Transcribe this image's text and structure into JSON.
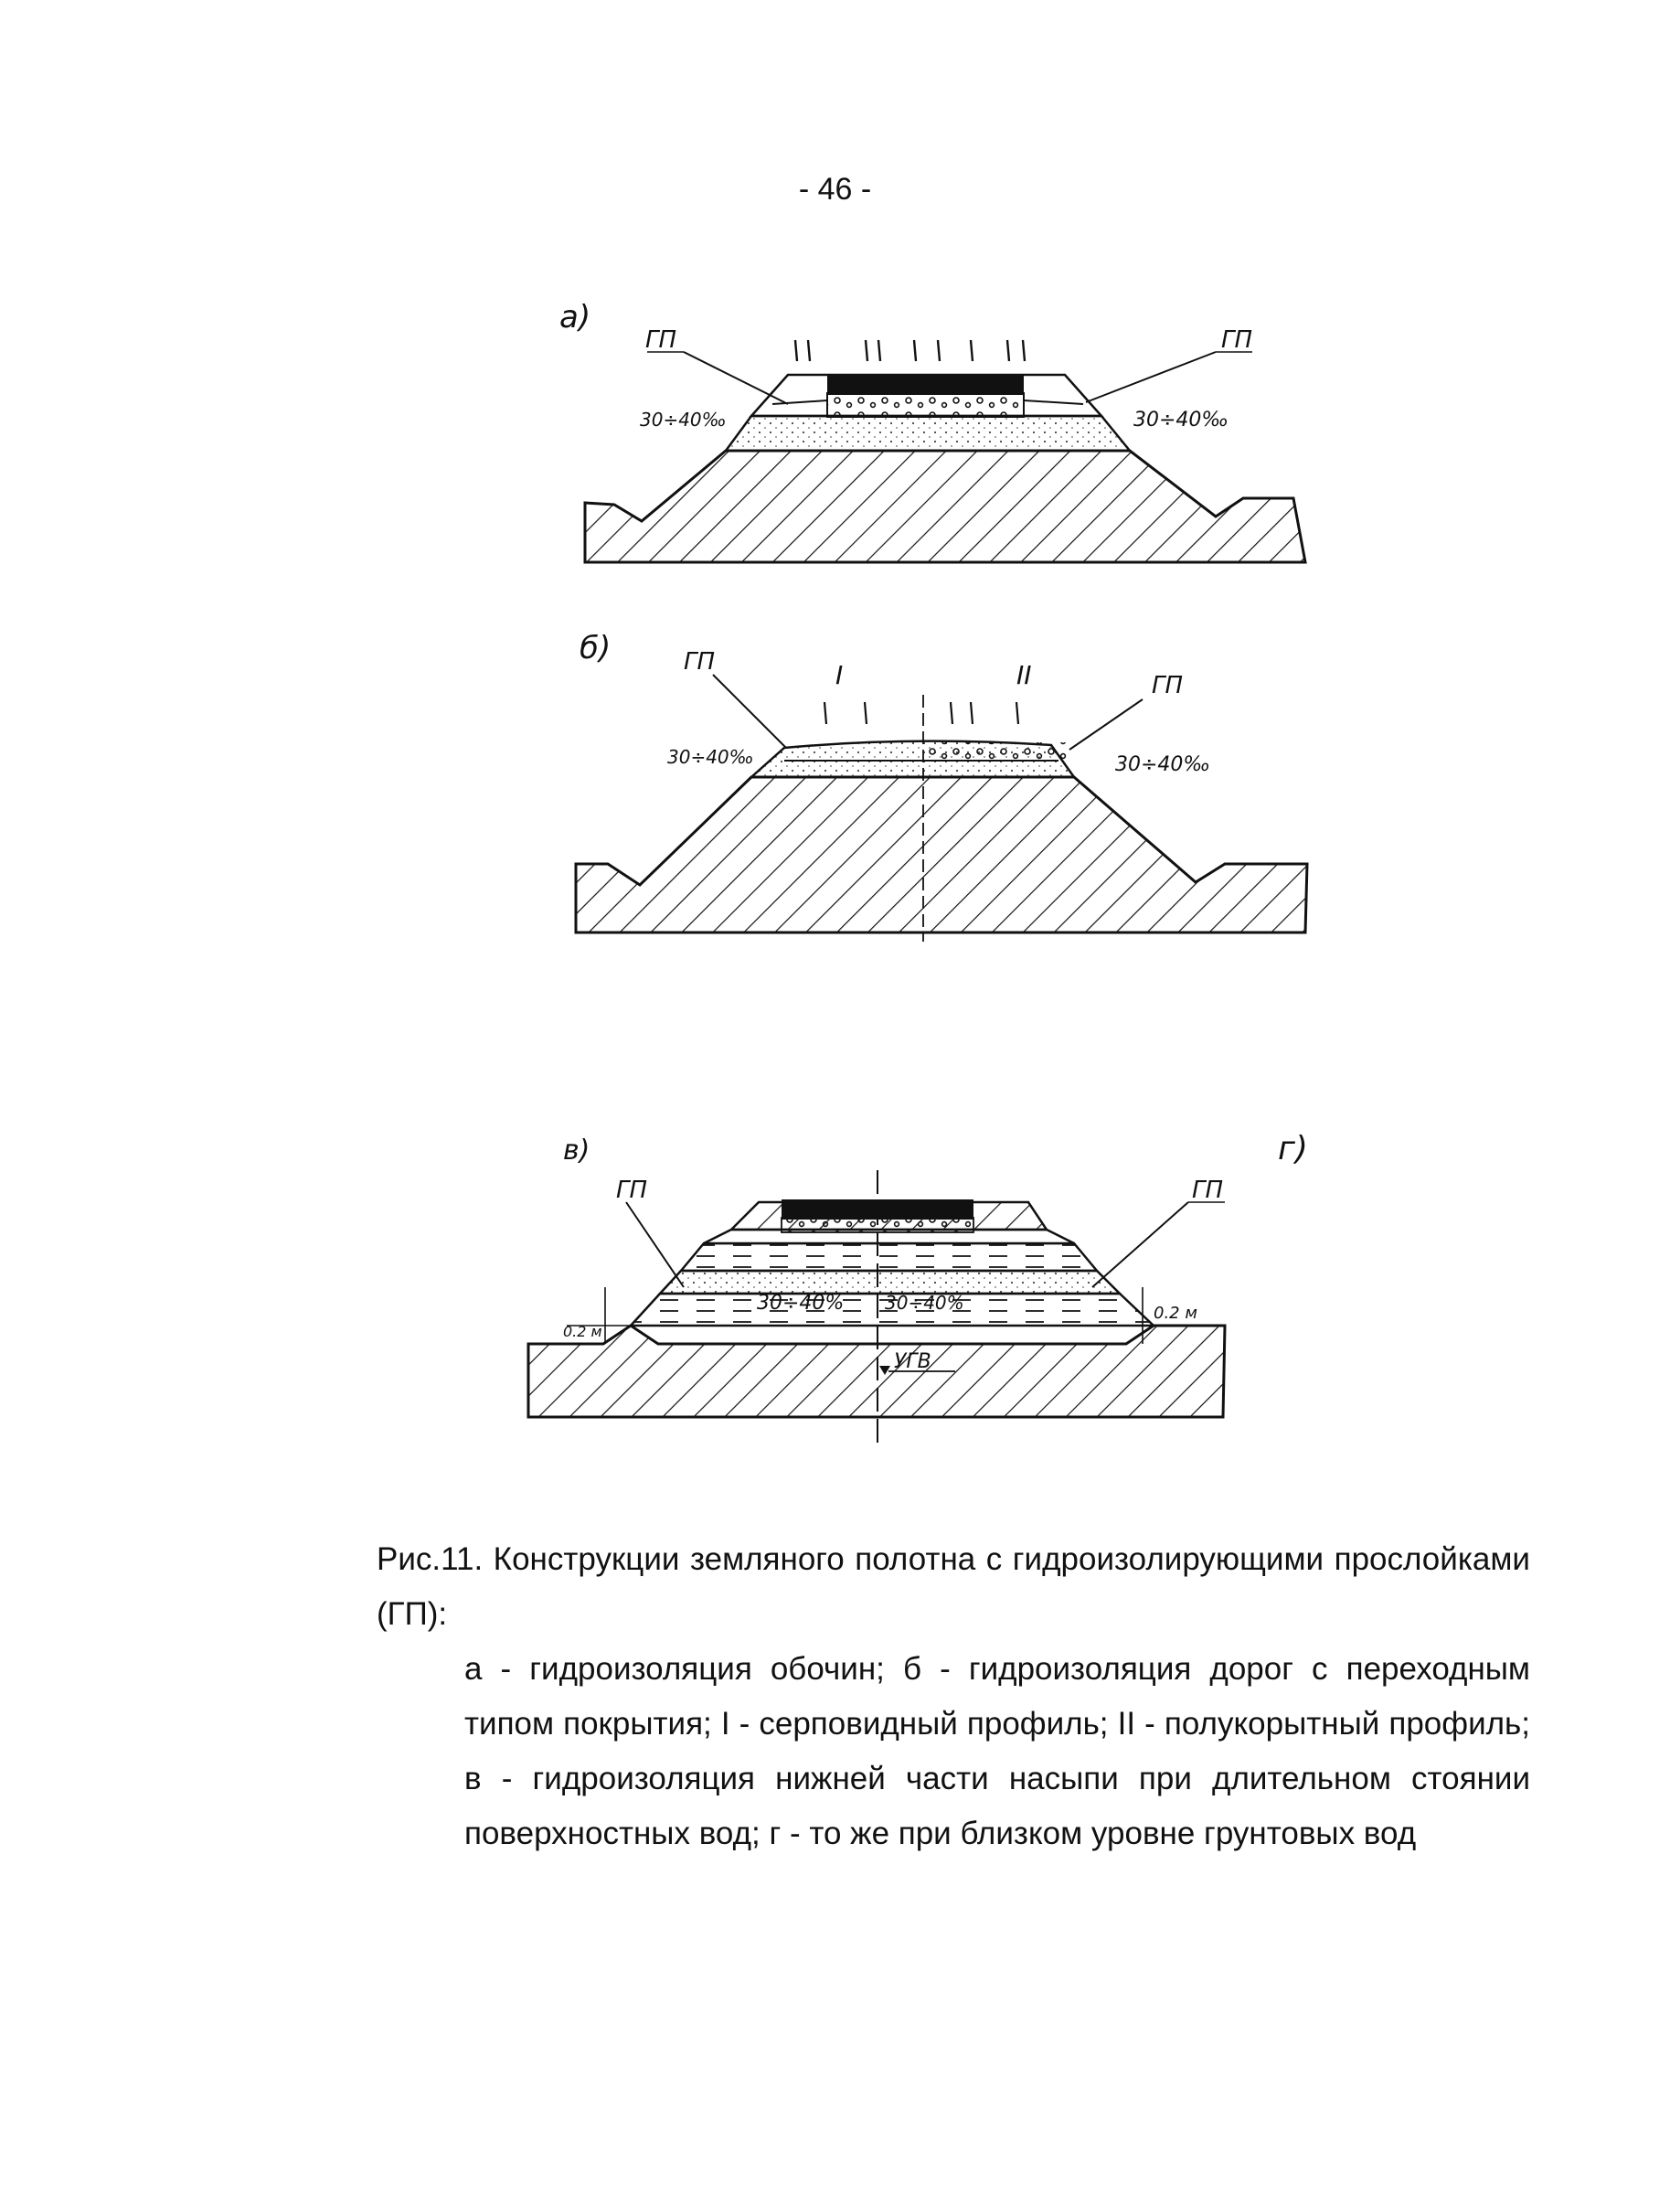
{
  "page_number": "- 46 -",
  "figure": {
    "panel_a": {
      "label": "а)",
      "gp_left": "ГП",
      "gp_right": "ГП",
      "slope_left": "30÷40‰",
      "slope_right": "30÷40‰"
    },
    "panel_b": {
      "label": "б)",
      "gp_left": "ГП",
      "gp_right": "ГП",
      "profile_1": "I",
      "profile_2": "II",
      "slope_left": "30÷40‰",
      "slope_right": "30÷40‰"
    },
    "panel_v": {
      "label": "в)",
      "label_g": "г)",
      "gp_left": "ГП",
      "gp_right": "ГП",
      "slope_left": "30÷40%",
      "slope_right": "30÷40%",
      "height_left": "0.2 м",
      "height_right": "0.2 м",
      "ugv": "УГВ"
    }
  },
  "caption": {
    "title": "Рис.11. Конструкции земляного полотна с гидроизолирующими прослойками (ГП):",
    "description": "а - гидроизоляция обочин; б - гидроизоляция дорог с переходным типом покрытия; I - серповидный профиль; II - полукорытный профиль; в - гидроизоляция нижней части насыпи при длительном стоянии поверхностных вод; г - то же при близком уровне грунтовых вод"
  }
}
